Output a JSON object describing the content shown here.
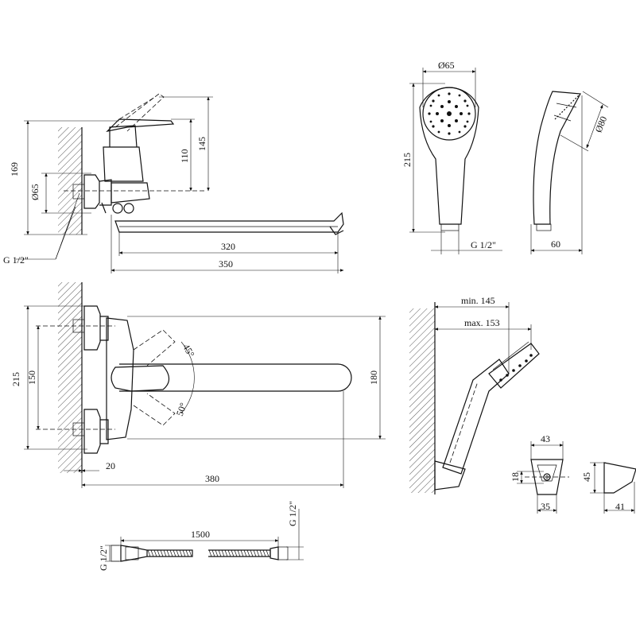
{
  "drawing": {
    "front": {
      "height_total": "169",
      "diam_connector": "Ø65",
      "height_110": "110",
      "height_145": "145",
      "length_spout": "320",
      "length_total": "350",
      "thread": "G 1/2\""
    },
    "top": {
      "height_215": "215",
      "centers_150": "150",
      "wall_20": "20",
      "length_380": "380",
      "height_180": "180",
      "angle_45": "45°",
      "angle_50": "50°"
    },
    "shower_head": {
      "diameter": "Ø65",
      "length": "215",
      "thread": "G 1/2\"",
      "side_diameter": "Ø80",
      "side_width": "60"
    },
    "wall_holder": {
      "min": "min. 145",
      "max": "max. 153"
    },
    "bracket": {
      "width_top": "43",
      "height_18": "18",
      "width_bottom": "35",
      "side_height": "45",
      "side_width": "41"
    },
    "hose": {
      "length": "1500",
      "thread_left": "G 1/2\"",
      "thread_right": "G 1/2\""
    }
  }
}
